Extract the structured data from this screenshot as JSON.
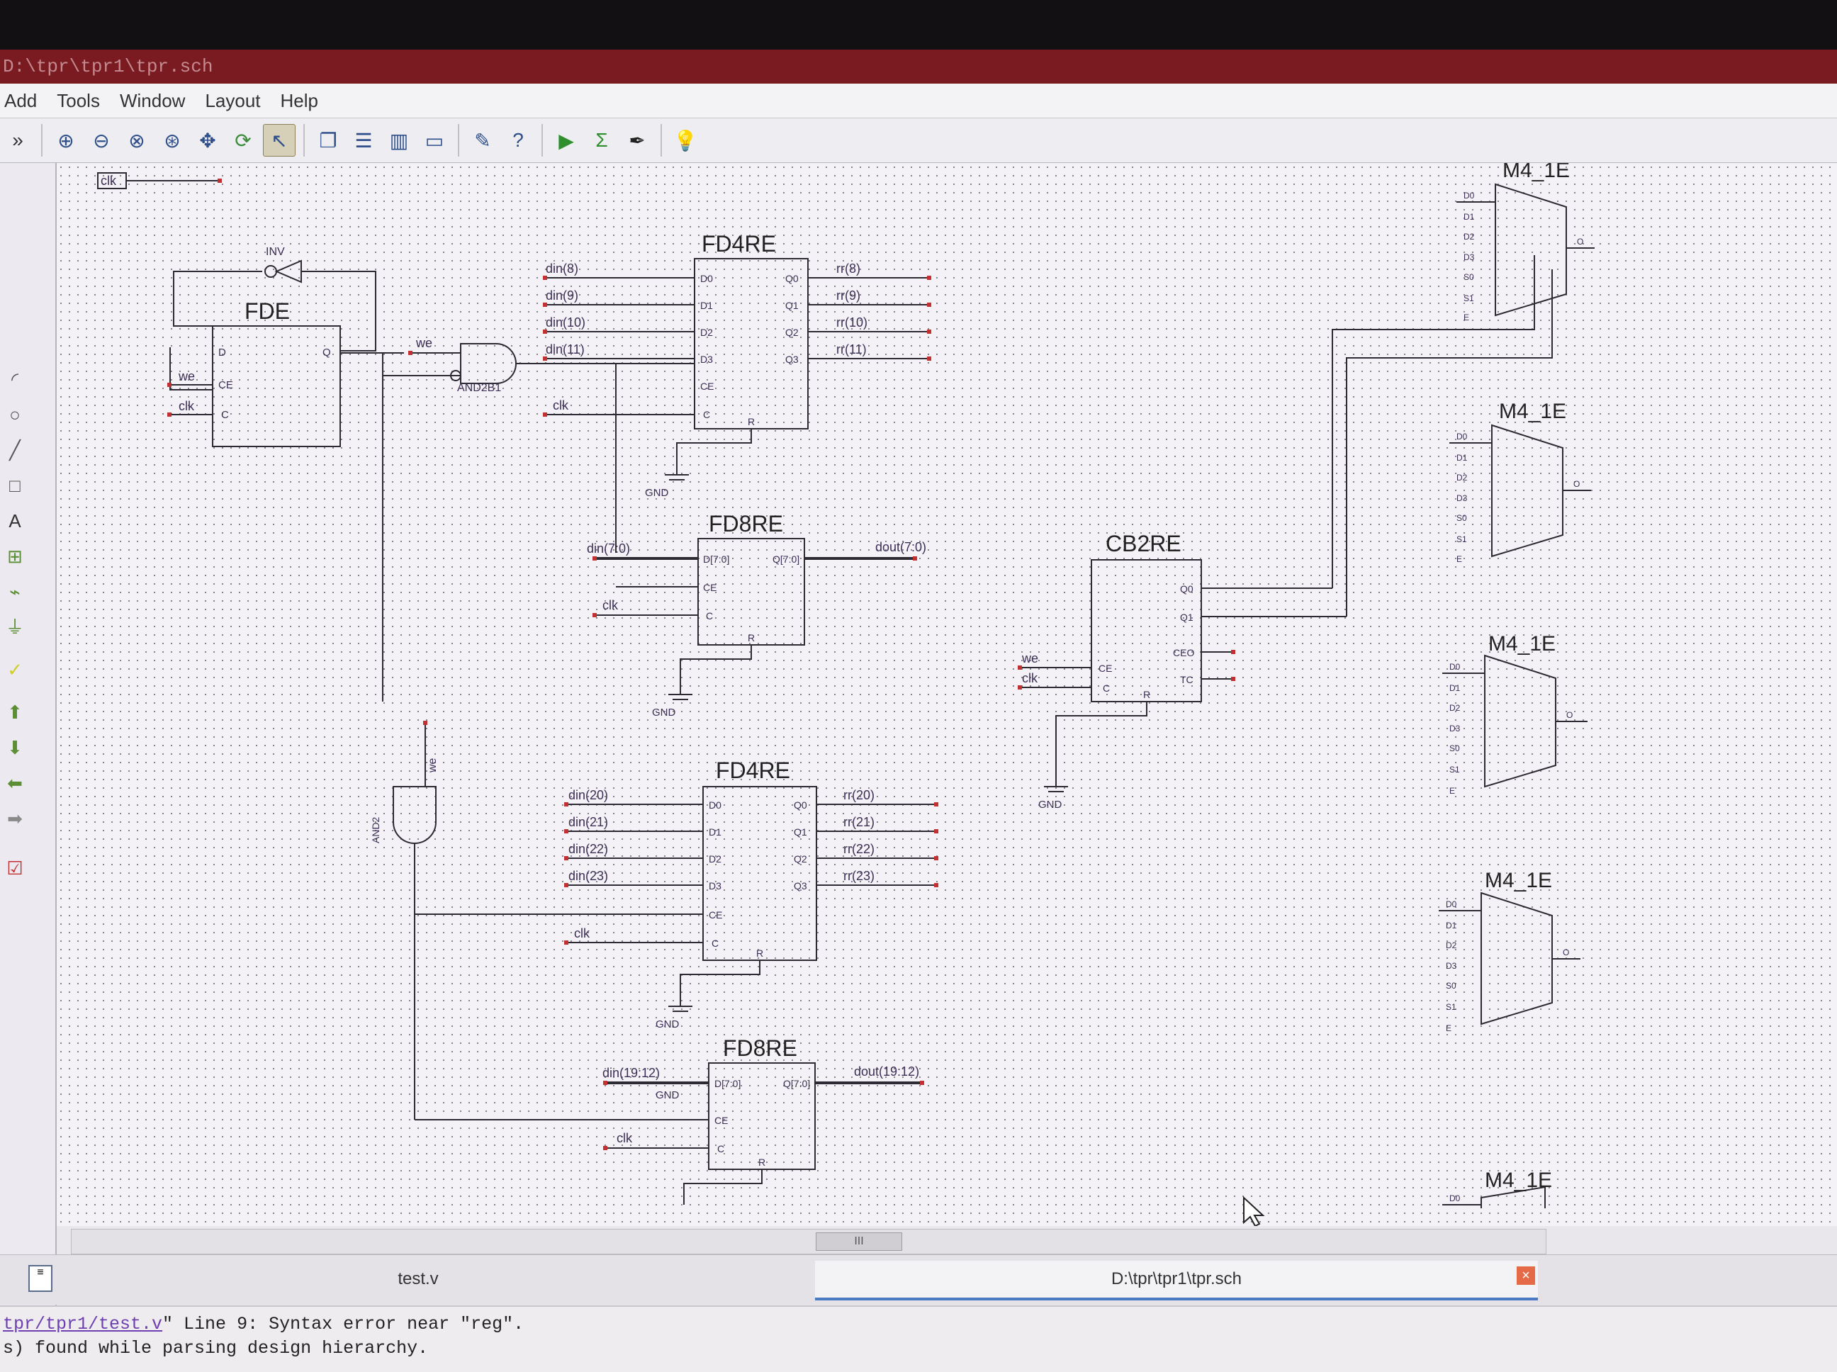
{
  "window": {
    "title": "D:\\tpr\\tpr1\\tpr.sch"
  },
  "menubar": {
    "items": [
      "Add",
      "Tools",
      "Window",
      "Layout",
      "Help"
    ]
  },
  "toolbar": {
    "overflow": "»",
    "icons": [
      "zoom-in-icon",
      "zoom-out-icon",
      "zoom-full-icon",
      "zoom-area-icon",
      "pan-icon",
      "refresh-icon",
      "select-icon",
      "cascade-icon",
      "tile-horizontal-icon",
      "tile-vertical-icon",
      "arrange-icon",
      "properties-icon",
      "help-icon",
      "run-icon",
      "sigma-icon",
      "probe-icon",
      "hint-bulb-icon"
    ],
    "active_icon": "select-icon"
  },
  "schematic": {
    "clk_port": "clk",
    "fde": {
      "name": "FDE",
      "pins": [
        "D",
        "Q",
        "CE",
        "C"
      ],
      "inputs": [
        "we",
        "clk"
      ]
    },
    "inv": {
      "name": "INV"
    },
    "and2b1": {
      "name": "AND2B1",
      "input": "we"
    },
    "and2": {
      "name": "AND2",
      "input": "we"
    },
    "fd4re_top": {
      "name": "FD4RE",
      "inputs": [
        "din(8)",
        "din(9)",
        "din(10)",
        "din(11)"
      ],
      "outputs": [
        "rr(8)",
        "rr(9)",
        "rr(10)",
        "rr(11)"
      ],
      "clk": "clk",
      "pins_left": [
        "D0",
        "D1",
        "D2",
        "D3",
        "CE",
        "C"
      ],
      "pins_right": [
        "Q0",
        "Q1",
        "Q2",
        "Q3"
      ],
      "pin_bottom": "R"
    },
    "fd8re_top": {
      "name": "FD8RE",
      "input": "din(7:0)",
      "output": "dout(7:0)",
      "clk": "clk",
      "pins_left": [
        "D[7:0]",
        "CE",
        "C"
      ],
      "pin_right": "Q[7:0]",
      "pin_bottom": "R"
    },
    "fd4re_bottom": {
      "name": "FD4RE",
      "inputs": [
        "din(20)",
        "din(21)",
        "din(22)",
        "din(23)"
      ],
      "outputs": [
        "rr(20)",
        "rr(21)",
        "rr(22)",
        "rr(23)"
      ],
      "clk": "clk",
      "pins_left": [
        "D0",
        "D1",
        "D2",
        "D3",
        "CE",
        "C"
      ],
      "pins_right": [
        "Q0",
        "Q1",
        "Q2",
        "Q3"
      ],
      "pin_bottom": "R"
    },
    "fd8re_bottom": {
      "name": "FD8RE",
      "input": "din(19:12)",
      "output": "dout(19:12)",
      "clk": "clk",
      "pins_left": [
        "D[7:0]",
        "CE",
        "C"
      ],
      "pin_right": "Q[7:0]",
      "pin_bottom": "R"
    },
    "cb2re": {
      "name": "CB2RE",
      "inputs": [
        "we",
        "clk"
      ],
      "pins_left": [
        "CE",
        "C"
      ],
      "pins_right": [
        "Q0",
        "Q1",
        "CEO",
        "TC"
      ],
      "pin_bottom": "R"
    },
    "gnd": "GND",
    "mux_name": "M4_1E",
    "mux_pins_left": [
      "D0",
      "D1",
      "D2",
      "D3",
      "S0",
      "S1",
      "E"
    ],
    "mux_pin_out": "O"
  },
  "hscroll": {
    "grip": "III"
  },
  "tabs": {
    "left_label": "test.v",
    "active_label": "D:\\tpr\\tpr1\\tpr.sch",
    "close": "×"
  },
  "console": {
    "line1_link": "tpr/tpr1/test.v",
    "line1_rest": "\" Line 9: Syntax error near \"reg\".",
    "line2": "s) found while parsing design hierarchy."
  },
  "colors": {
    "wire": "#2d2a33",
    "pin_marker": "#c23030",
    "title_bar": "#7a1b22"
  }
}
